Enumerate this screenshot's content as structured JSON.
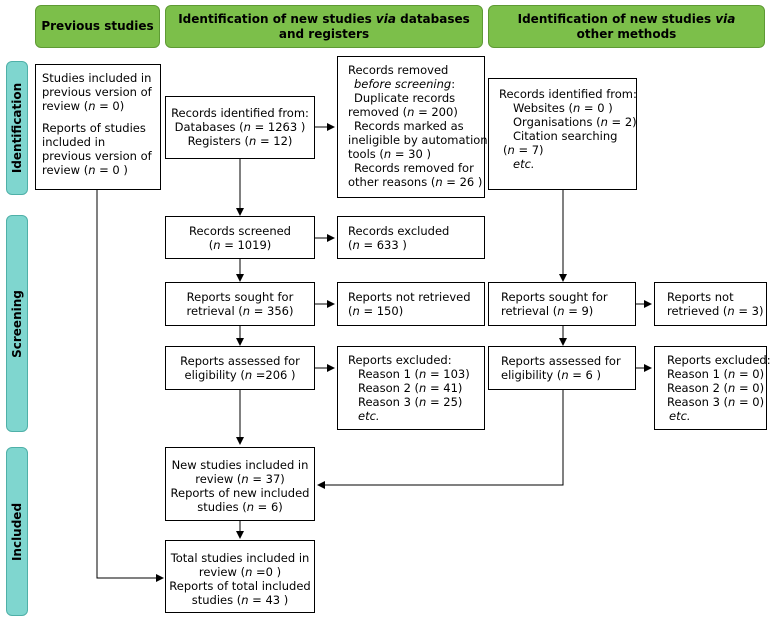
{
  "headers": {
    "previous": "Previous studies",
    "databases_pre": "Identification of new studies ",
    "databases_via": "via",
    "databases_post": " databases and registers",
    "other_pre": "Identification of new studies ",
    "other_via": "via",
    "other_post": " other methods"
  },
  "stages": {
    "identification": "Identification",
    "screening": "Screening",
    "included": "Included"
  },
  "previous_box": {
    "l1": "Studies included in",
    "l2": "previous version of",
    "l3_pre": "review (",
    "l3_n": "n",
    "l3_post": " = 0)",
    "l4": "Reports of studies",
    "l5": "included in",
    "l6": "previous version of",
    "l7_pre": "review (",
    "l7_n": "n",
    "l7_post": " = 0 )"
  },
  "records_identified": {
    "l1": "Records identified from:",
    "l2_pre": "Databases (",
    "l2_n": "n",
    "l2_post": " = 1263 )",
    "l3_pre": "Registers (",
    "l3_n": "n",
    "l3_post": " = 12)"
  },
  "records_removed": {
    "l1": "Records removed",
    "l2": "before screening",
    "l2_colon": ":",
    "l3": "Duplicate records",
    "l4_pre": "removed  (",
    "l4_n": "n",
    "l4_post": " = 200)",
    "l5": "Records marked as",
    "l6": "ineligible by automation",
    "l7_pre": "tools (",
    "l7_n": "n",
    "l7_post": " = 30 )",
    "l8": "Records removed for",
    "l9_pre": "other reasons (",
    "l9_n": "n",
    "l9_post": " = 26 )"
  },
  "other_identified": {
    "l1": "Records identified from:",
    "l2_pre": "Websites (",
    "l2_n": "n",
    "l2_post": " = 0 )",
    "l3_pre": "Organisations (",
    "l3_n": "n",
    "l3_post": " = 2)",
    "l4": "Citation searching",
    "l5_pre": "(",
    "l5_n": "n",
    "l5_post": " = 7)",
    "l6": "etc."
  },
  "records_screened": {
    "l1": "Records screened",
    "l2_pre": "(",
    "l2_n": "n",
    "l2_post": " = 1019)"
  },
  "records_excluded": {
    "l1": "Records excluded",
    "l2_pre": "(",
    "l2_n": "n",
    "l2_post": " = 633 )"
  },
  "reports_sought": {
    "l1": "Reports sought for",
    "l2_pre": "retrieval (",
    "l2_n": "n",
    "l2_post": " = 356)"
  },
  "reports_not_retrieved": {
    "l1": "Reports not retrieved",
    "l2_pre": "(",
    "l2_n": "n",
    "l2_post": " = 150)"
  },
  "other_sought": {
    "l1": "Reports sought for",
    "l2_pre": "retrieval (",
    "l2_n": "n",
    "l2_post": " = 9)"
  },
  "other_not_retrieved": {
    "l1": "Reports not",
    "l2_pre": "retrieved (",
    "l2_n": "n",
    "l2_post": " = 3)"
  },
  "reports_assessed": {
    "l1": "Reports assessed for",
    "l2_pre": "eligibility (",
    "l2_n": "n",
    "l2_post": " =206 )"
  },
  "reports_excluded": {
    "l1": "Reports excluded:",
    "l2_pre": "Reason 1 (",
    "l2_n": "n",
    "l2_post": " = 103)",
    "l3_pre": "Reason 2 (",
    "l3_n": "n",
    "l3_post": " = 41)",
    "l4_pre": "Reason 3 (",
    "l4_n": "n",
    "l4_post": " = 25)",
    "l5": "etc."
  },
  "other_assessed": {
    "l1": "Reports assessed for",
    "l2_pre": "eligibility (",
    "l2_n": "n",
    "l2_post": " = 6 )"
  },
  "other_excluded": {
    "l1": "Reports excluded:",
    "l2_pre": "Reason 1 (",
    "l2_n": "n",
    "l2_post": " = 0)",
    "l3_pre": "Reason 2 (",
    "l3_n": "n",
    "l3_post": " = 0)",
    "l4_pre": "Reason 3 (",
    "l4_n": "n",
    "l4_post": " =  0)",
    "l5": "etc."
  },
  "new_included": {
    "l1": "New studies included in",
    "l2_pre": "review (",
    "l2_n": "n",
    "l2_post": " = 37)",
    "l3": "Reports of new included",
    "l4_pre": "studies (",
    "l4_n": "n",
    "l4_post": " = 6)"
  },
  "total_included": {
    "l1": "Total studies included in",
    "l2_pre": "review (",
    "l2_n": "n",
    "l2_post": " =0 )",
    "l3": "Reports of total included",
    "l4_pre": "studies (",
    "l4_n": "n",
    "l4_post": " = 43 )"
  }
}
